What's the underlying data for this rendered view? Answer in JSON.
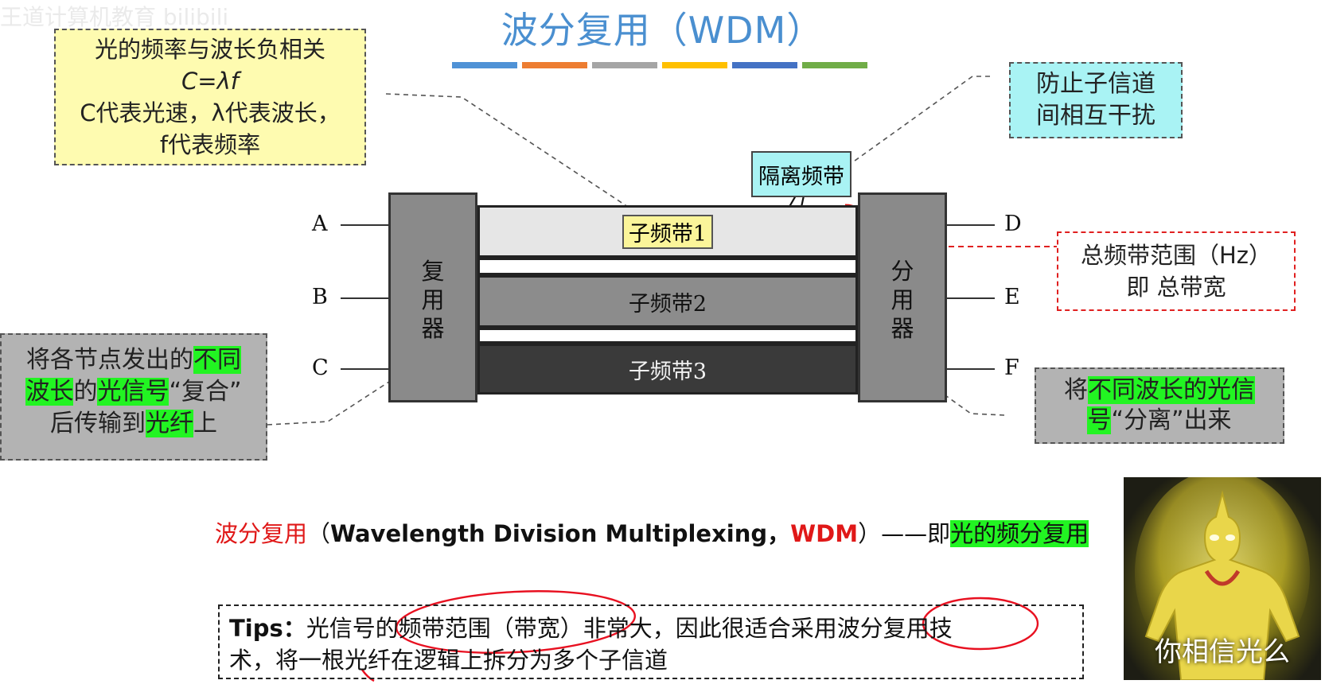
{
  "watermark": "王道计算机教育 bilibili",
  "title": "波分复用（WDM）",
  "title_bar_colors": [
    "#4f92d6",
    "#ed7d31",
    "#a5a5a5",
    "#ffc000",
    "#4472c4",
    "#70ad47"
  ],
  "note_frequency": {
    "line1": "光的频率与波长负相关",
    "line2": "C=λf",
    "line3": "C代表光速，λ代表波长，",
    "line4": "f代表频率"
  },
  "note_guard": {
    "line1": "防止子信道",
    "line2": "间相互干扰"
  },
  "note_total_band": {
    "line1": "总频带范围（Hz）",
    "line2": "即 总带宽"
  },
  "note_mux": {
    "p1": "将各节点发出的",
    "h1": "不同",
    "h2": "波长",
    "p2": "的",
    "h3": "光信号",
    "p3": "“复合”",
    "p4": "后传输到",
    "h4": "光纤",
    "p5": "上"
  },
  "note_demux": {
    "p1": "将",
    "h1": "不同波长的光信",
    "h2": "号",
    "p2": "“分离”出来"
  },
  "diagram": {
    "mux_label": [
      "复",
      "用",
      "器"
    ],
    "demux_label": [
      "分",
      "用",
      "器"
    ],
    "inputs": [
      "A",
      "B",
      "C"
    ],
    "outputs": [
      "D",
      "E",
      "F"
    ],
    "bands": [
      "子频带1",
      "子频带2",
      "子频带3"
    ],
    "guard_band": "隔离频带"
  },
  "wdm_definition": {
    "term": "波分复用",
    "open": "（",
    "english": "Wavelength Division Multiplexing，",
    "abbr": "WDM",
    "close": "）——即",
    "highlight": "光的频分复用"
  },
  "tips": {
    "label": "Tips：",
    "text1": "光信号的频带范围（带宽）非常大，因此很适合采用波分复用技",
    "text2": "术，将一根光纤在逻辑上拆分为多个子信道"
  },
  "meme_caption": "你相信光么",
  "colors": {
    "title": "#4a8fd0",
    "highlight": "#22f422",
    "red": "#e01818",
    "cyan": "#a9f3f4",
    "yellow": "#fefbb0"
  }
}
